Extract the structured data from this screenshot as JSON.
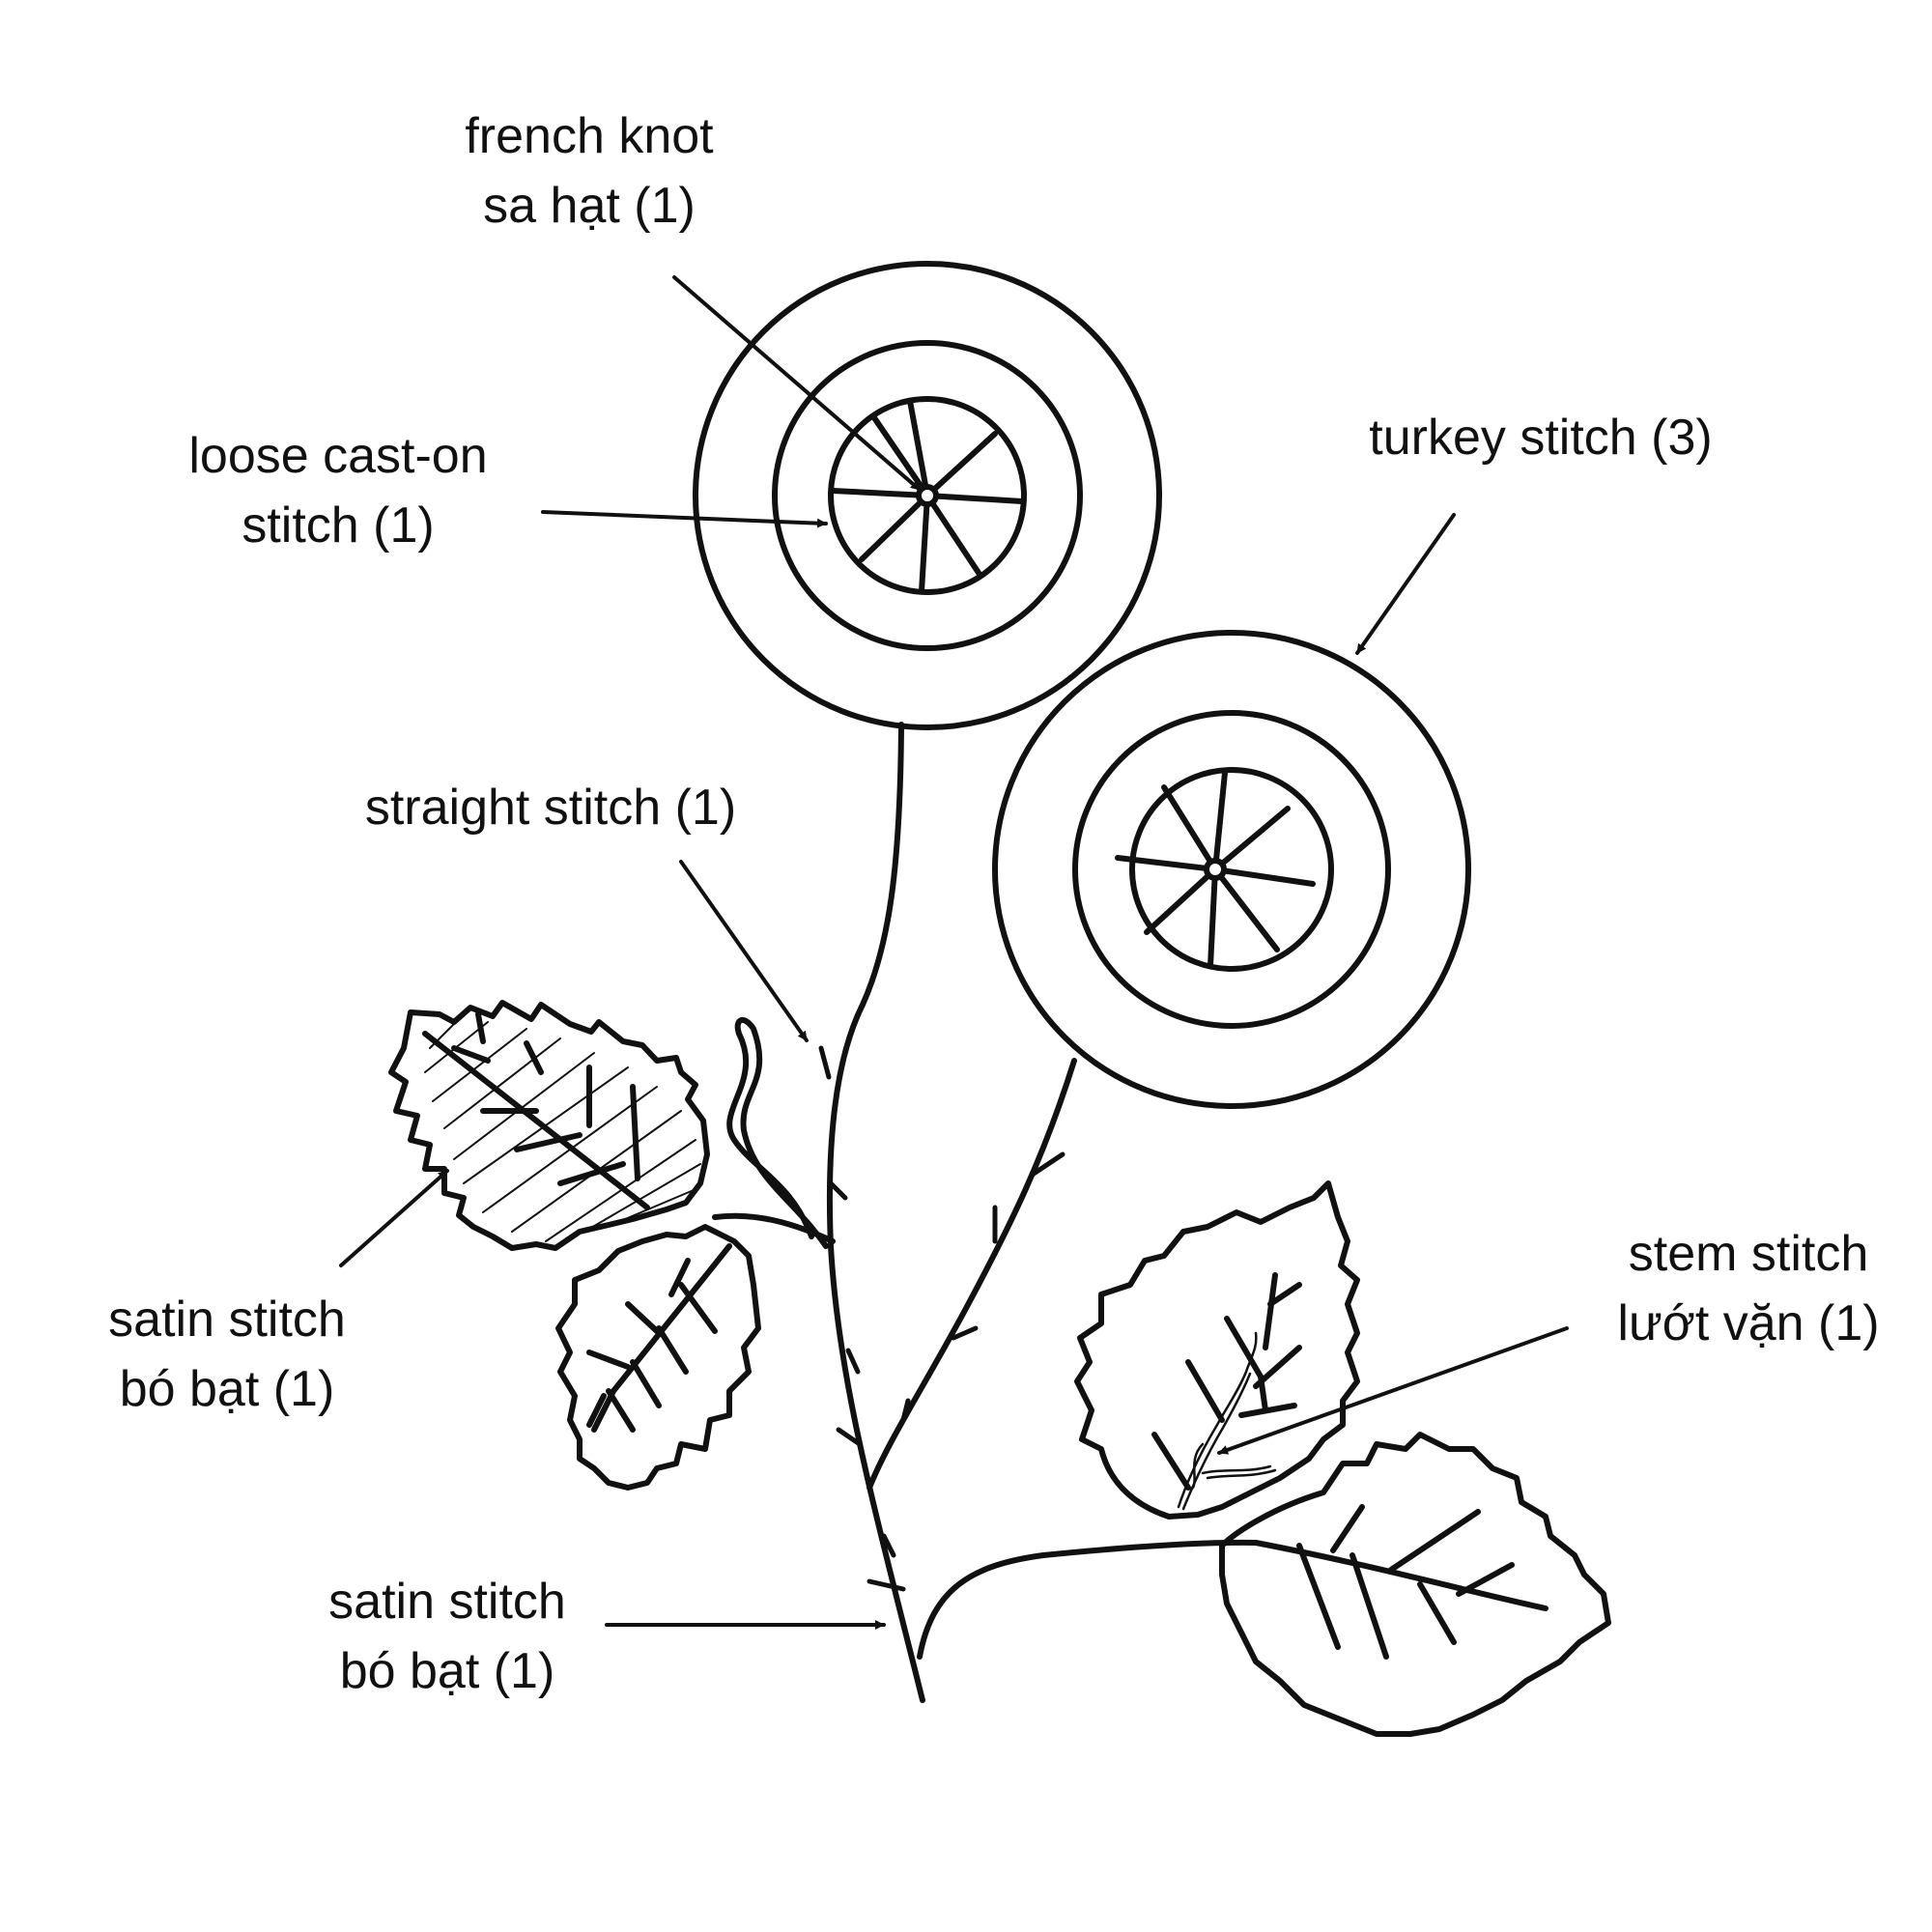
{
  "colors": {
    "ink": "#111111",
    "background": "#ffffff"
  },
  "labels": {
    "french_knot": {
      "line1": "french knot",
      "line2": "sa hạt (1)"
    },
    "loose_cast_on": {
      "line1": "loose cast-on",
      "line2": "stitch (1)"
    },
    "turkey": {
      "line1": "turkey stitch (3)"
    },
    "straight": {
      "line1": "straight stitch (1)"
    },
    "satin_leaf": {
      "line1": "satin stitch",
      "line2": "bó bạt (1)"
    },
    "satin_stem": {
      "line1": "satin stitch",
      "line2": "bó bạt (1)"
    },
    "stem": {
      "line1": "stem stitch",
      "line2": "lướt vặn (1)"
    }
  }
}
